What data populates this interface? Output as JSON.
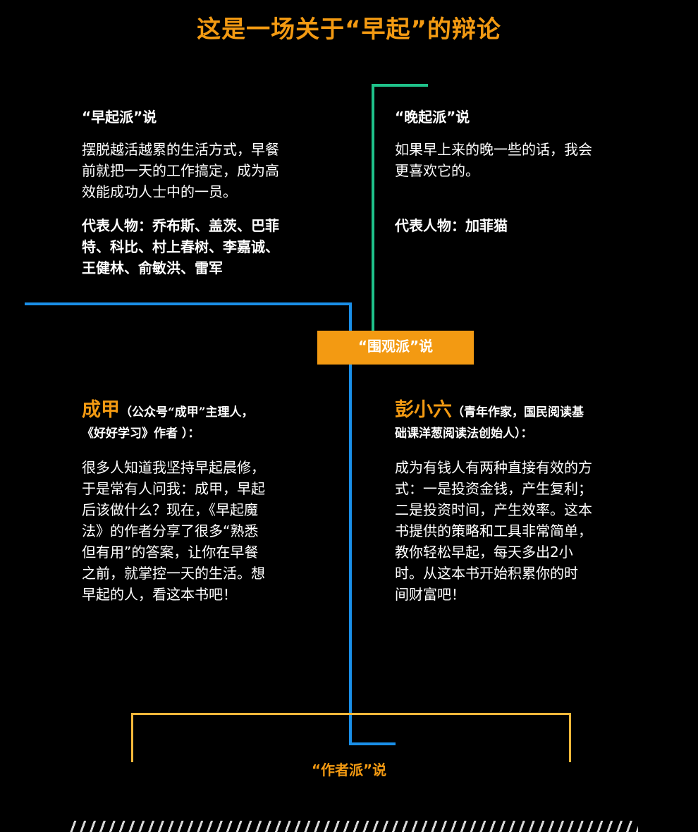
{
  "title": "这是一场关于“早起”的辩论",
  "early": {
    "heading": "“早起派”说",
    "text": [
      "摆脱越活越累的生活方式，早餐",
      "前就把一天的工作搞定，成为高",
      "效能成功人士中的一员。"
    ],
    "reps": [
      "代表人物：乔布斯、盖茨、巴菲",
      "特、科比、村上春树、李嘉诚、",
      "王健林、俞敏洪、雷军"
    ]
  },
  "late": {
    "heading": "“晚起派”说",
    "text": [
      "如果早上来的晚一些的话，我会",
      "更喜欢它的。"
    ],
    "reps": [
      "代表人物：加菲猫"
    ]
  },
  "onlookers": {
    "label": "“围观派”说"
  },
  "chengjia": {
    "name": "成甲",
    "desc": [
      "（公众号“成甲”主理人，",
      "《好好学习》作者 ）："
    ],
    "text": [
      "很多人知道我坚持早起晨修，",
      "于是常有人问我：成甲，早起",
      "后该做什么？现在，《早起魔",
      "法》的作者分享了很多“熟悉",
      "但有用”的答案，让你在早餐",
      "之前，就掌控一天的生活。想",
      "早起的人，看这本书吧！"
    ]
  },
  "pengxiaoliu": {
    "name": "彭小六",
    "desc": [
      "（青年作家，国民阅读基",
      "础课洋葱阅读法创始人）："
    ],
    "text": [
      "成为有钱人有两种直接有效的方",
      "式：一是投资金钱，产生复利；",
      "二是投资时间，产生效率。这本",
      "书提供的策略和工具非常简单，",
      "教你轻松早起，每天多出2小",
      "时。从这本书开始积累你的时",
      "间财富吧！"
    ]
  },
  "authors": {
    "label": "“作者派”说"
  },
  "colors": {
    "accent": "#f39a12",
    "green": "#1fc28a",
    "blue": "#1a8fe8",
    "gold": "#f5b73a"
  }
}
